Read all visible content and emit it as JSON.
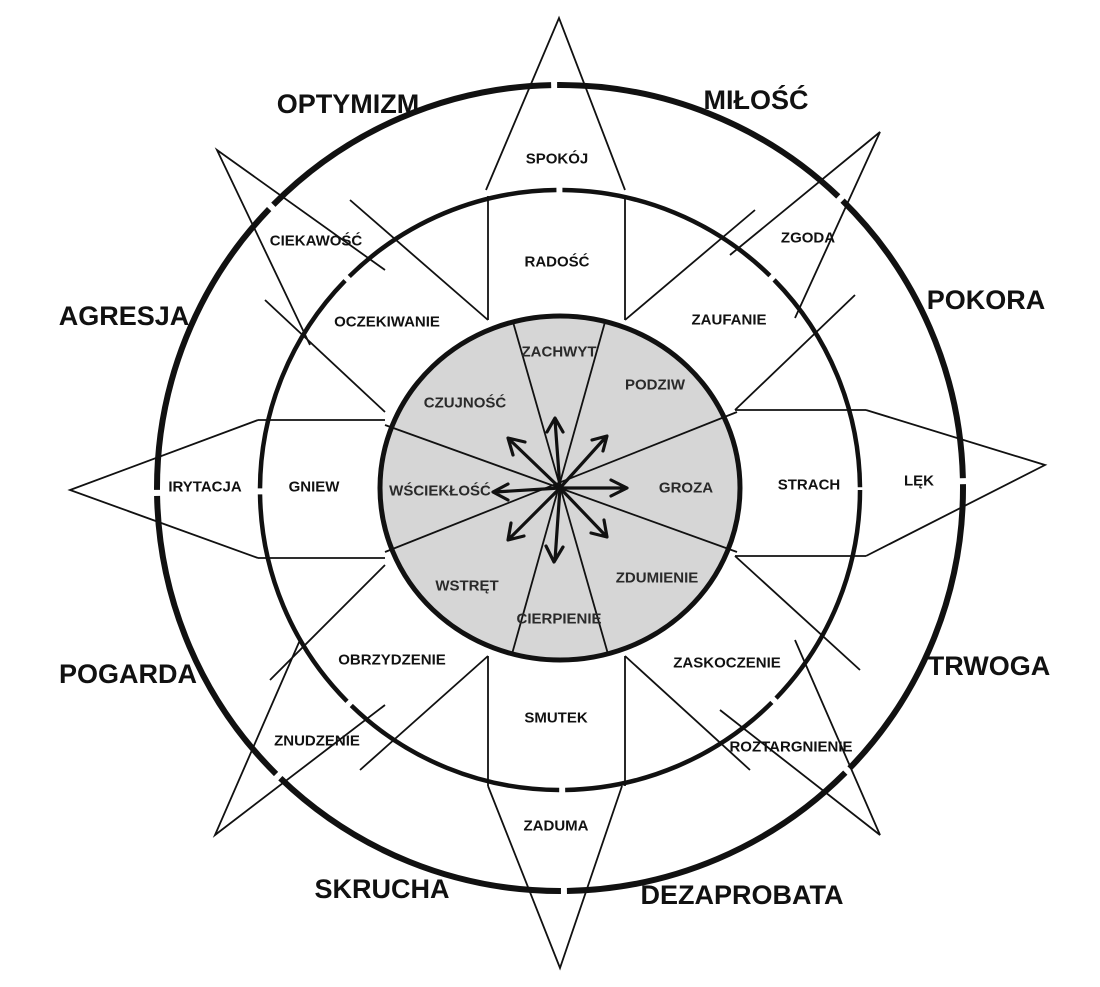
{
  "outer_dyads": [
    {
      "id": "optymizm",
      "text": "OPTYMIZM"
    },
    {
      "id": "milosc",
      "text": "MIŁOŚĆ"
    },
    {
      "id": "pokora",
      "text": "POKORA"
    },
    {
      "id": "trwoga",
      "text": "TRWOGA"
    },
    {
      "id": "dezaprobata",
      "text": "DEZAPROBATA"
    },
    {
      "id": "skrucha",
      "text": "SKRUCHA"
    },
    {
      "id": "pogarda",
      "text": "POGARDA"
    },
    {
      "id": "agresja",
      "text": "AGRESJA"
    }
  ],
  "mild_ring": [
    "SPOKÓJ",
    "ZGODA",
    "LĘK",
    "ROZTARGNIENIE",
    "ZADUMA",
    "ZNUDZENIE",
    "IRYTACJA",
    "CIEKAWOŚĆ"
  ],
  "basic_ring": [
    "RADOŚĆ",
    "ZAUFANIE",
    "STRACH",
    "ZASKOCZENIE",
    "SMUTEK",
    "OBRZYDZENIE",
    "GNIEW",
    "OCZEKIWANIE"
  ],
  "intense_core": [
    "ZACHWYT",
    "PODZIW",
    "GROZA",
    "ZDUMIENIE",
    "CIERPIENIE",
    "WSTRĘT",
    "WŚCIEKŁOŚĆ",
    "CZUJNOŚĆ"
  ]
}
